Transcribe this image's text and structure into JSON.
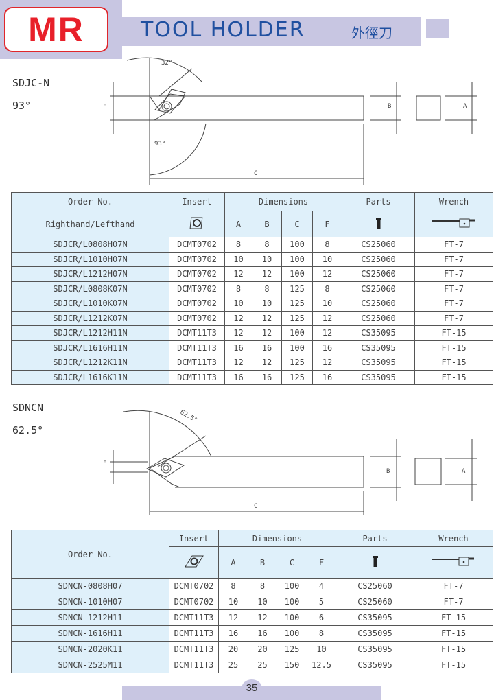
{
  "header": {
    "logo": "MR",
    "title": "TOOL HOLDER",
    "title_cn": "外徑刀"
  },
  "section1": {
    "name": "SDJC-N",
    "angle": "93°",
    "drawing": {
      "angle_top": "32°",
      "angle_bottom": "93°",
      "dim_c": "C",
      "dim_f": "F",
      "dim_b": "B",
      "dim_a": "A"
    },
    "table": {
      "headers": {
        "order": "Order No.",
        "insert": "Insert",
        "dimensions": "Dimensions",
        "parts": "Parts",
        "wrench": "Wrench",
        "sub_order": "Righthand/Lefthand",
        "a": "A",
        "b": "B",
        "c": "C",
        "f": "F"
      },
      "icons": {
        "insert": "insert-rhombic-icon",
        "parts": "screw-icon",
        "wrench": "torx-wrench-icon"
      },
      "rows": [
        [
          "SDJCR/L0808H07N",
          "DCMT0702",
          "8",
          "8",
          "100",
          "8",
          "CS25060",
          "FT-7"
        ],
        [
          "SDJCR/L1010H07N",
          "DCMT0702",
          "10",
          "10",
          "100",
          "10",
          "CS25060",
          "FT-7"
        ],
        [
          "SDJCR/L1212H07N",
          "DCMT0702",
          "12",
          "12",
          "100",
          "12",
          "CS25060",
          "FT-7"
        ],
        [
          "SDJCR/L0808K07N",
          "DCMT0702",
          "8",
          "8",
          "125",
          "8",
          "CS25060",
          "FT-7"
        ],
        [
          "SDJCR/L1010K07N",
          "DCMT0702",
          "10",
          "10",
          "125",
          "10",
          "CS25060",
          "FT-7"
        ],
        [
          "SDJCR/L1212K07N",
          "DCMT0702",
          "12",
          "12",
          "125",
          "12",
          "CS25060",
          "FT-7"
        ],
        [
          "SDJCR/L1212H11N",
          "DCMT11T3",
          "12",
          "12",
          "100",
          "12",
          "CS35095",
          "FT-15"
        ],
        [
          "SDJCR/L1616H11N",
          "DCMT11T3",
          "16",
          "16",
          "100",
          "16",
          "CS35095",
          "FT-15"
        ],
        [
          "SDJCR/L1212K11N",
          "DCMT11T3",
          "12",
          "12",
          "125",
          "12",
          "CS35095",
          "FT-15"
        ],
        [
          "SDJCR/L1616K11N",
          "DCMT11T3",
          "16",
          "16",
          "125",
          "16",
          "CS35095",
          "FT-15"
        ]
      ]
    }
  },
  "section2": {
    "name": "SDNCN",
    "angle": "62.5°",
    "drawing": {
      "angle_top": "62.5°",
      "dim_c": "C",
      "dim_f": "F",
      "dim_b": "B",
      "dim_a": "A"
    },
    "table": {
      "headers": {
        "order": "Order No.",
        "insert": "Insert",
        "dimensions": "Dimensions",
        "parts": "Parts",
        "wrench": "Wrench",
        "a": "A",
        "b": "B",
        "c": "C",
        "f": "F"
      },
      "rows": [
        [
          "SDNCN-0808H07",
          "DCMT0702",
          "8",
          "8",
          "100",
          "4",
          "CS25060",
          "FT-7"
        ],
        [
          "SDNCN-1010H07",
          "DCMT0702",
          "10",
          "10",
          "100",
          "5",
          "CS25060",
          "FT-7"
        ],
        [
          "SDNCN-1212H11",
          "DCMT11T3",
          "12",
          "12",
          "100",
          "6",
          "CS35095",
          "FT-15"
        ],
        [
          "SDNCN-1616H11",
          "DCMT11T3",
          "16",
          "16",
          "100",
          "8",
          "CS35095",
          "FT-15"
        ],
        [
          "SDNCN-2020K11",
          "DCMT11T3",
          "20",
          "20",
          "125",
          "10",
          "CS35095",
          "FT-15"
        ],
        [
          "SDNCN-2525M11",
          "DCMT11T3",
          "25",
          "25",
          "150",
          "12.5",
          "CS35095",
          "FT-15"
        ]
      ]
    }
  },
  "footer": {
    "page": "35"
  }
}
